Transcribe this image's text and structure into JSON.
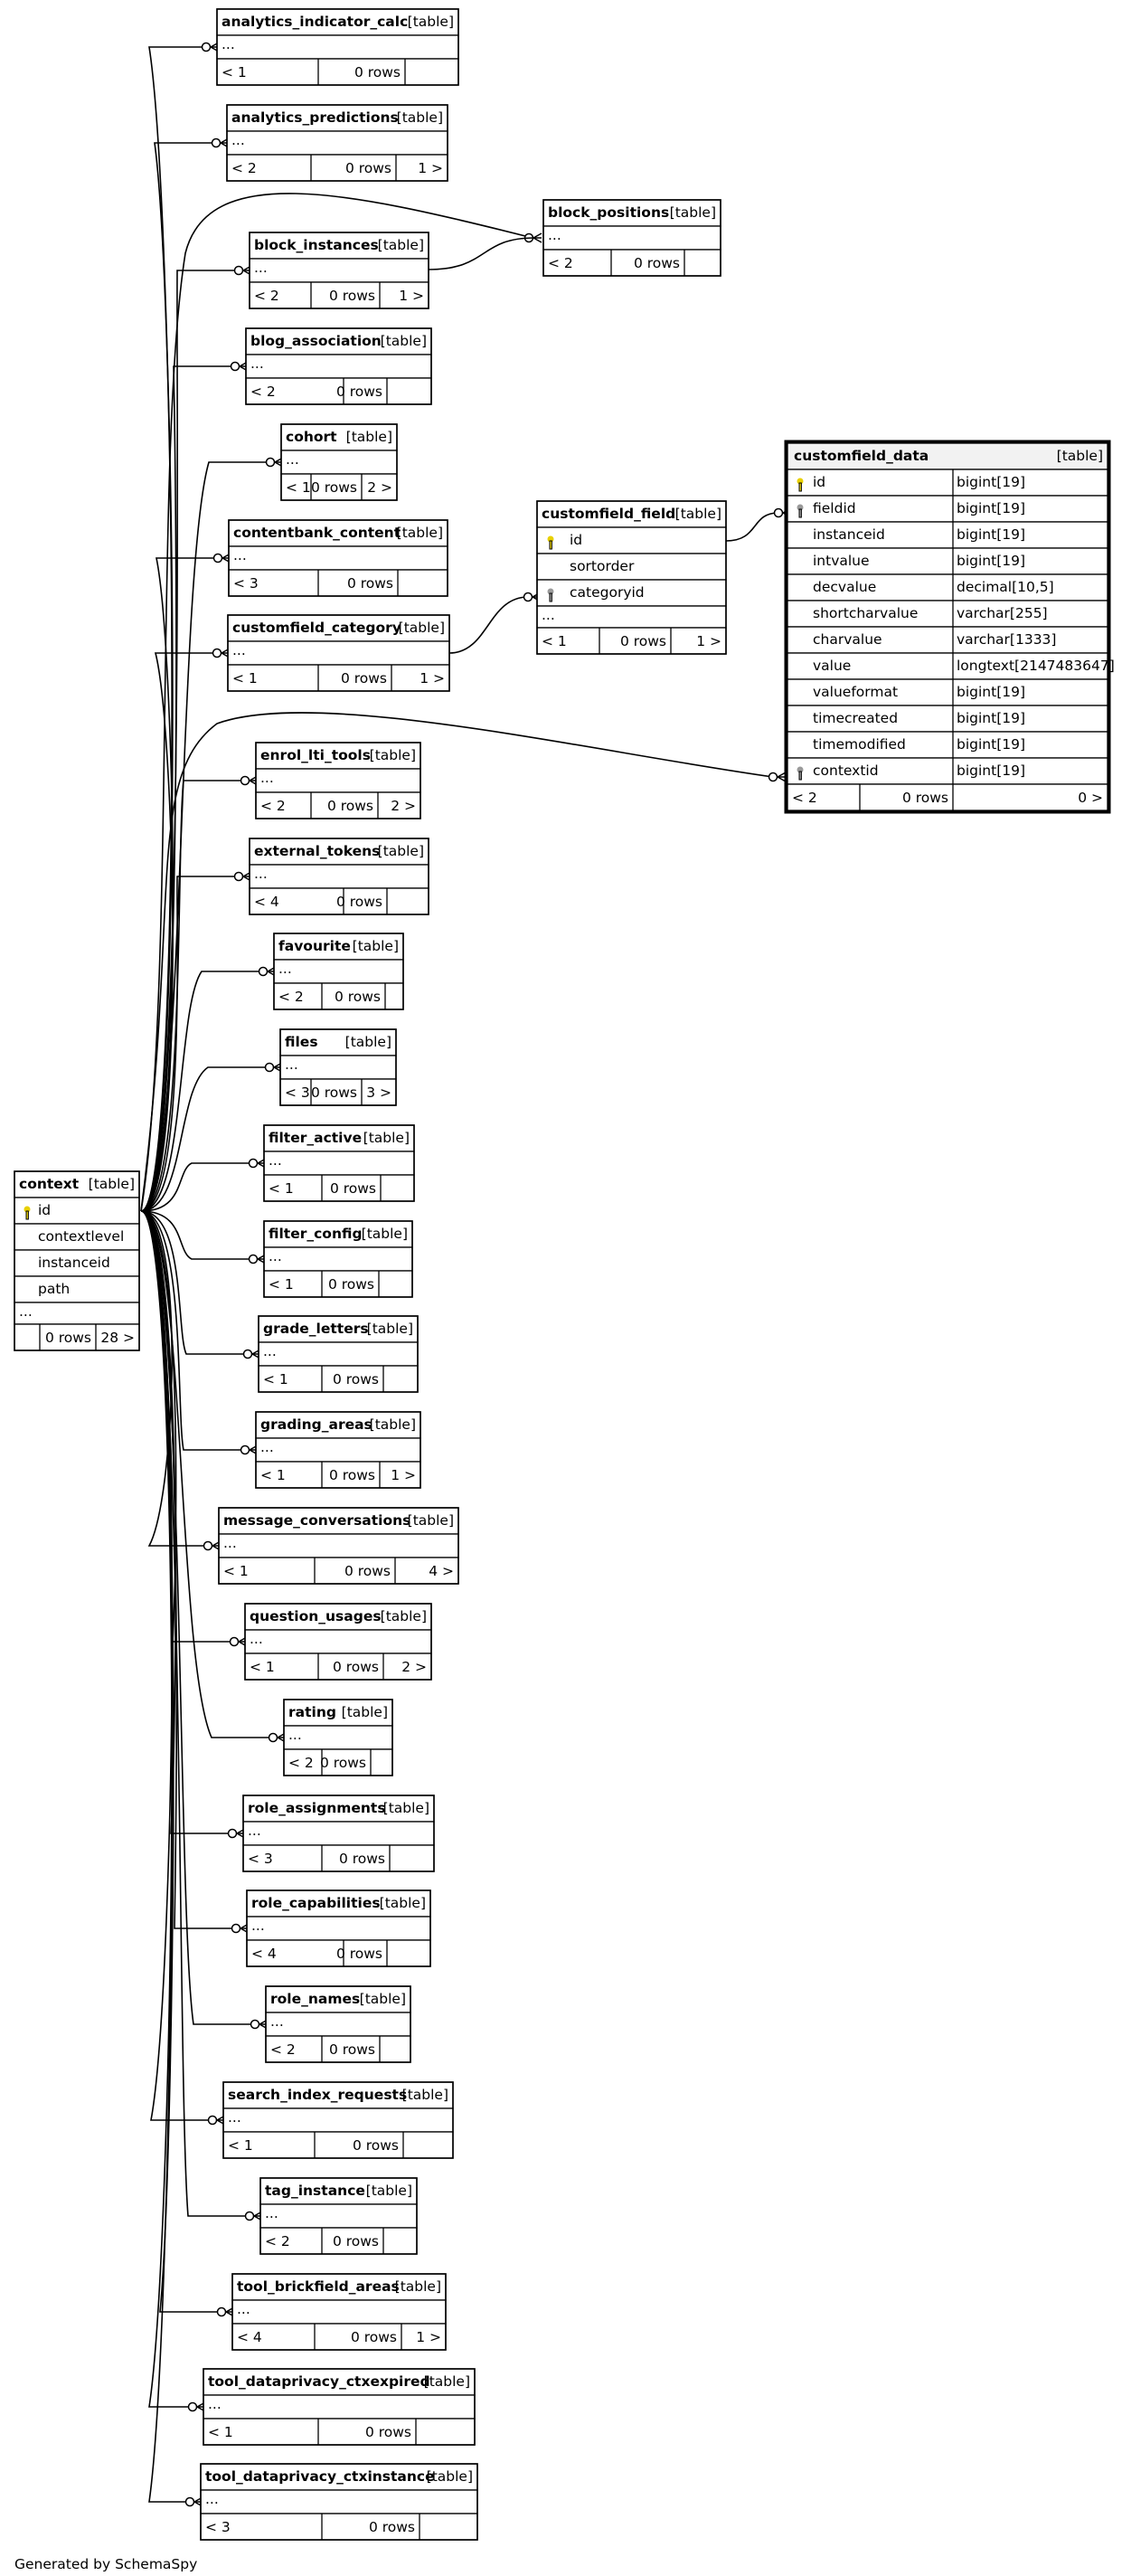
{
  "diagram": {
    "footer": "Generated by SchemaSpy",
    "table_tag": "[table]",
    "ellipsis": "...",
    "context": {
      "name": "context",
      "columns": [
        "id",
        "contextlevel",
        "instanceid",
        "path"
      ],
      "key_column": "id",
      "stats": {
        "children": "",
        "rows": "0 rows",
        "parents": "28 >"
      }
    },
    "children": [
      {
        "name": "analytics_indicator_calc",
        "children": "< 1",
        "rows": "0 rows",
        "parents": ""
      },
      {
        "name": "analytics_predictions",
        "children": "< 2",
        "rows": "0 rows",
        "parents": "1 >"
      },
      {
        "name": "block_instances",
        "children": "< 2",
        "rows": "0 rows",
        "parents": "1 >"
      },
      {
        "name": "blog_association",
        "children": "< 2",
        "rows": "0 rows",
        "parents": ""
      },
      {
        "name": "cohort",
        "children": "< 1",
        "rows": "0 rows",
        "parents": "2 >"
      },
      {
        "name": "contentbank_content",
        "children": "< 3",
        "rows": "0 rows",
        "parents": ""
      },
      {
        "name": "customfield_category",
        "children": "< 1",
        "rows": "0 rows",
        "parents": "1 >"
      },
      {
        "name": "enrol_lti_tools",
        "children": "< 2",
        "rows": "0 rows",
        "parents": "2 >"
      },
      {
        "name": "external_tokens",
        "children": "< 4",
        "rows": "0 rows",
        "parents": ""
      },
      {
        "name": "favourite",
        "children": "< 2",
        "rows": "0 rows",
        "parents": ""
      },
      {
        "name": "files",
        "children": "< 3",
        "rows": "0 rows",
        "parents": "3 >"
      },
      {
        "name": "filter_active",
        "children": "< 1",
        "rows": "0 rows",
        "parents": ""
      },
      {
        "name": "filter_config",
        "children": "< 1",
        "rows": "0 rows",
        "parents": ""
      },
      {
        "name": "grade_letters",
        "children": "< 1",
        "rows": "0 rows",
        "parents": ""
      },
      {
        "name": "grading_areas",
        "children": "< 1",
        "rows": "0 rows",
        "parents": "1 >"
      },
      {
        "name": "message_conversations",
        "children": "< 1",
        "rows": "0 rows",
        "parents": "4 >"
      },
      {
        "name": "question_usages",
        "children": "< 1",
        "rows": "0 rows",
        "parents": "2 >"
      },
      {
        "name": "rating",
        "children": "< 2",
        "rows": "0 rows",
        "parents": ""
      },
      {
        "name": "role_assignments",
        "children": "< 3",
        "rows": "0 rows",
        "parents": ""
      },
      {
        "name": "role_capabilities",
        "children": "< 4",
        "rows": "0 rows",
        "parents": ""
      },
      {
        "name": "role_names",
        "children": "< 2",
        "rows": "0 rows",
        "parents": ""
      },
      {
        "name": "search_index_requests",
        "children": "< 1",
        "rows": "0 rows",
        "parents": ""
      },
      {
        "name": "tag_instance",
        "children": "< 2",
        "rows": "0 rows",
        "parents": ""
      },
      {
        "name": "tool_brickfield_areas",
        "children": "< 4",
        "rows": "0 rows",
        "parents": "1 >"
      },
      {
        "name": "tool_dataprivacy_ctxexpired",
        "children": "< 1",
        "rows": "0 rows",
        "parents": ""
      },
      {
        "name": "tool_dataprivacy_ctxinstance",
        "children": "< 3",
        "rows": "0 rows",
        "parents": ""
      }
    ],
    "block_positions": {
      "name": "block_positions",
      "children": "< 2",
      "rows": "0 rows",
      "parents": ""
    },
    "customfield_field": {
      "name": "customfield_field",
      "columns": [
        "id",
        "sortorder",
        "categoryid"
      ],
      "stats": {
        "children": "< 1",
        "rows": "0 rows",
        "parents": "1 >"
      }
    },
    "customfield_data": {
      "name": "customfield_data",
      "columns": [
        {
          "name": "id",
          "type": "bigint[19]",
          "key": "pk"
        },
        {
          "name": "fieldid",
          "type": "bigint[19]",
          "key": "fk"
        },
        {
          "name": "instanceid",
          "type": "bigint[19]",
          "key": ""
        },
        {
          "name": "intvalue",
          "type": "bigint[19]",
          "key": ""
        },
        {
          "name": "decvalue",
          "type": "decimal[10,5]",
          "key": ""
        },
        {
          "name": "shortcharvalue",
          "type": "varchar[255]",
          "key": ""
        },
        {
          "name": "charvalue",
          "type": "varchar[1333]",
          "key": ""
        },
        {
          "name": "value",
          "type": "longtext[2147483647]",
          "key": ""
        },
        {
          "name": "valueformat",
          "type": "bigint[19]",
          "key": ""
        },
        {
          "name": "timecreated",
          "type": "bigint[19]",
          "key": ""
        },
        {
          "name": "timemodified",
          "type": "bigint[19]",
          "key": ""
        },
        {
          "name": "contextid",
          "type": "bigint[19]",
          "key": "fk"
        }
      ],
      "stats": {
        "children": "< 2",
        "rows": "0 rows",
        "parents": "0 >"
      }
    },
    "colors": {
      "line": "#000000",
      "pk_key": "#e8d000",
      "fk_key": "#9a9a9a",
      "header_fill": "#f2f2f2"
    }
  }
}
